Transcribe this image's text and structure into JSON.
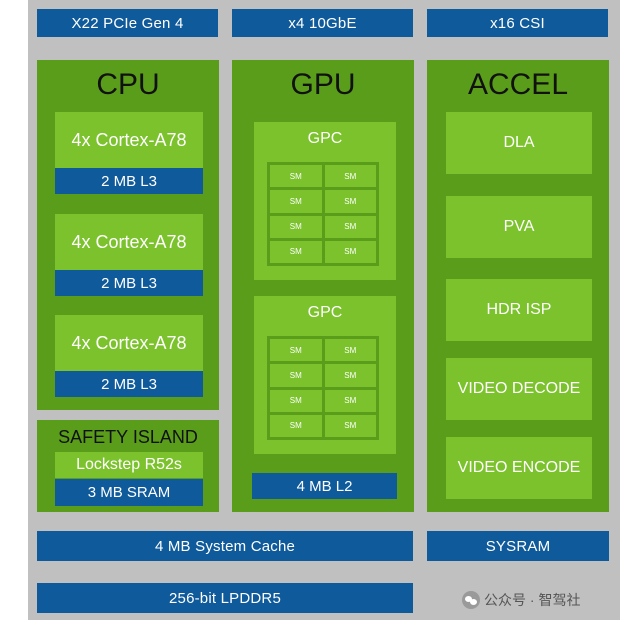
{
  "top_bar": [
    "X22 PCIe Gen 4",
    "x4 10GbE",
    "x16 CSI"
  ],
  "cpu": {
    "title": "CPU",
    "clusters": [
      {
        "core": "4x Cortex-A78",
        "cache": "2 MB L3"
      },
      {
        "core": "4x Cortex-A78",
        "cache": "2 MB L3"
      },
      {
        "core": "4x Cortex-A78",
        "cache": "2 MB L3"
      }
    ]
  },
  "safety": {
    "title": "SAFETY ISLAND",
    "core": "Lockstep R52s",
    "memory": "3 MB SRAM"
  },
  "gpu": {
    "title": "GPU",
    "gpcs": [
      {
        "label": "GPC",
        "sms": [
          "SM",
          "SM",
          "SM",
          "SM",
          "SM",
          "SM",
          "SM",
          "SM"
        ]
      },
      {
        "label": "GPC",
        "sms": [
          "SM",
          "SM",
          "SM",
          "SM",
          "SM",
          "SM",
          "SM",
          "SM"
        ]
      }
    ],
    "l2": "4 MB L2"
  },
  "accel": {
    "title": "ACCEL",
    "items": [
      "DLA",
      "PVA",
      "HDR ISP",
      "VIDEO DECODE",
      "VIDEO ENCODE"
    ]
  },
  "system_cache": "4 MB System Cache",
  "sysram": "SYSRAM",
  "memory": "256-bit LPDDR5",
  "watermark": "公众号 · 智驾社",
  "colors": {
    "frame": "#bfc0bf",
    "block_dark": "#5a9d1a",
    "block_light": "#7bc22d",
    "bus_blue": "#0f5a9a"
  }
}
